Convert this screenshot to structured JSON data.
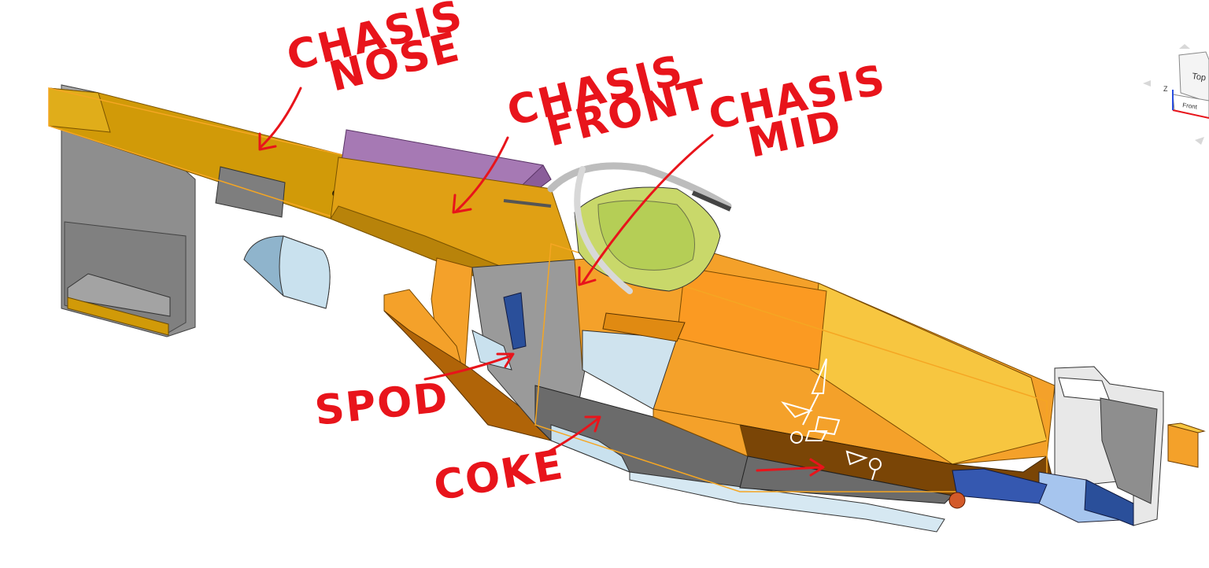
{
  "annotations": {
    "chasis_nose": {
      "line1": "CHASIS",
      "line2": "NOSE"
    },
    "chasis_front": {
      "line1": "CHASIS",
      "line2": "FRONT"
    },
    "chasis_mid": {
      "line1": "CHASIS",
      "line2": "MID"
    },
    "spod": {
      "label": "SPOD"
    },
    "coke": {
      "label": "COKE"
    }
  },
  "view_cube": {
    "top": "Top",
    "front": "Front",
    "z_axis": "Z"
  },
  "colors": {
    "annotation": "#e8141b",
    "nose": "#d19a08",
    "body_orange": "#f4a12a",
    "body_dark": "#b86b0a",
    "grey": "#9a9a9a",
    "dark_grey": "#6b6b6b",
    "purple": "#a679b4",
    "light_blue": "#c9e1ee",
    "navy": "#2a4f9a",
    "canopy": "#c9d86a",
    "selection": "#f5a623"
  }
}
